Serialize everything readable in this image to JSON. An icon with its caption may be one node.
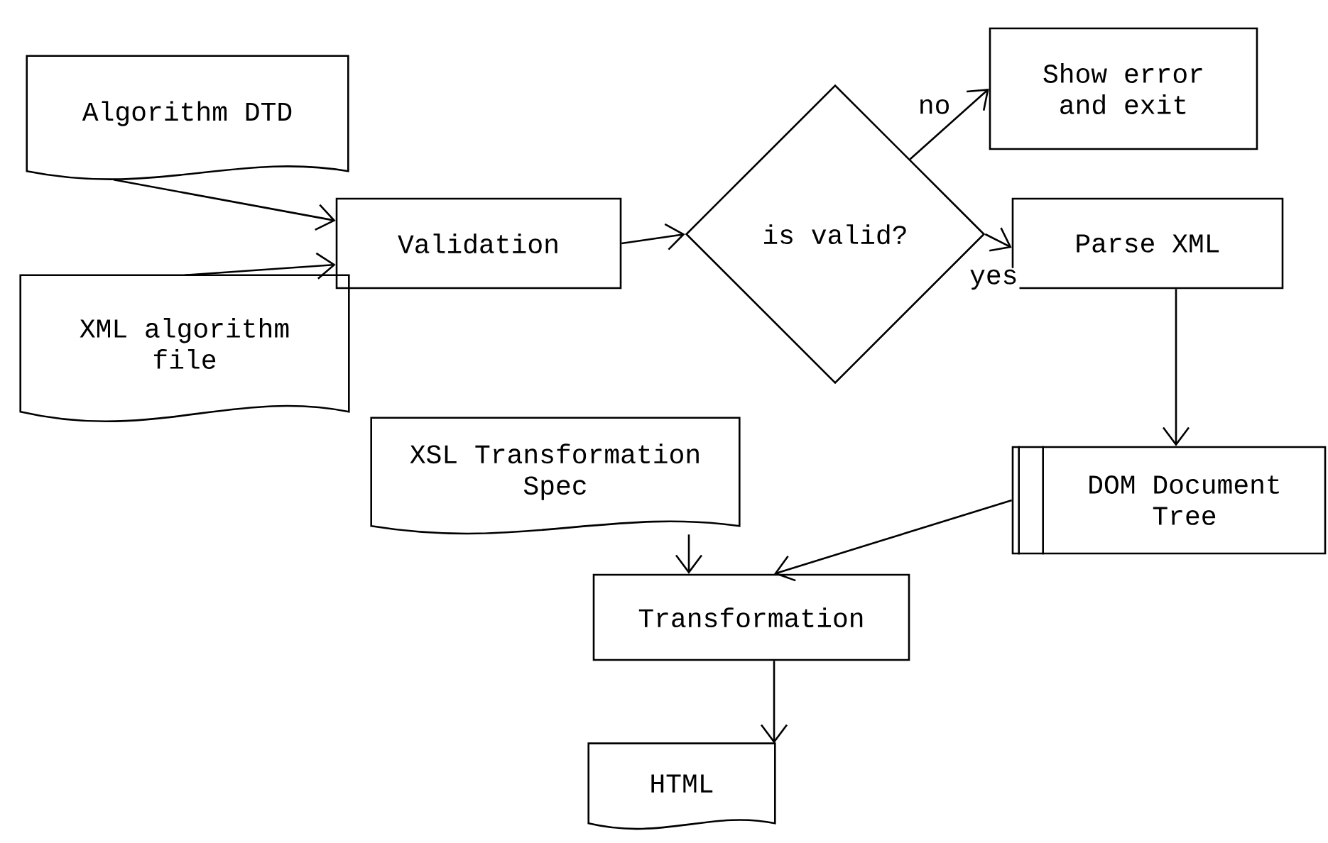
{
  "diagram": {
    "nodes": [
      {
        "text": [
          "Algorithm DTD"
        ]
      },
      {
        "text": [
          "XML algorithm file"
        ]
      },
      {
        "text": [
          "Validation"
        ]
      },
      {
        "text": [
          "is valid?"
        ]
      },
      {
        "text": [
          "Show error and exit"
        ]
      },
      {
        "text": [
          "Parse XML"
        ]
      },
      {
        "text": [
          "DOM Document Tree"
        ]
      },
      {
        "text": [
          "XSL Transformation Spec"
        ]
      },
      {
        "text": [
          "Transformation"
        ]
      },
      {
        "text": [
          "HTML"
        ]
      }
    ],
    "edges": [
      {
        "from": 0,
        "to": 2,
        "arrow": "to"
      },
      {
        "from": 1,
        "to": 2,
        "arrow": "to"
      },
      {
        "from": 2,
        "to": 3,
        "arrow": "to"
      },
      {
        "from": 3,
        "to": 4,
        "arrow": "to",
        "label": "no"
      },
      {
        "from": 3,
        "to": 5,
        "arrow": "to",
        "label": "yes"
      },
      {
        "from": 5,
        "to": 6,
        "arrow": "to"
      },
      {
        "from": 6,
        "to": 8,
        "arrow": "to"
      },
      {
        "from": 7,
        "to": 8,
        "arrow": "to"
      },
      {
        "from": 8,
        "to": 9,
        "arrow": "to"
      }
    ]
  }
}
